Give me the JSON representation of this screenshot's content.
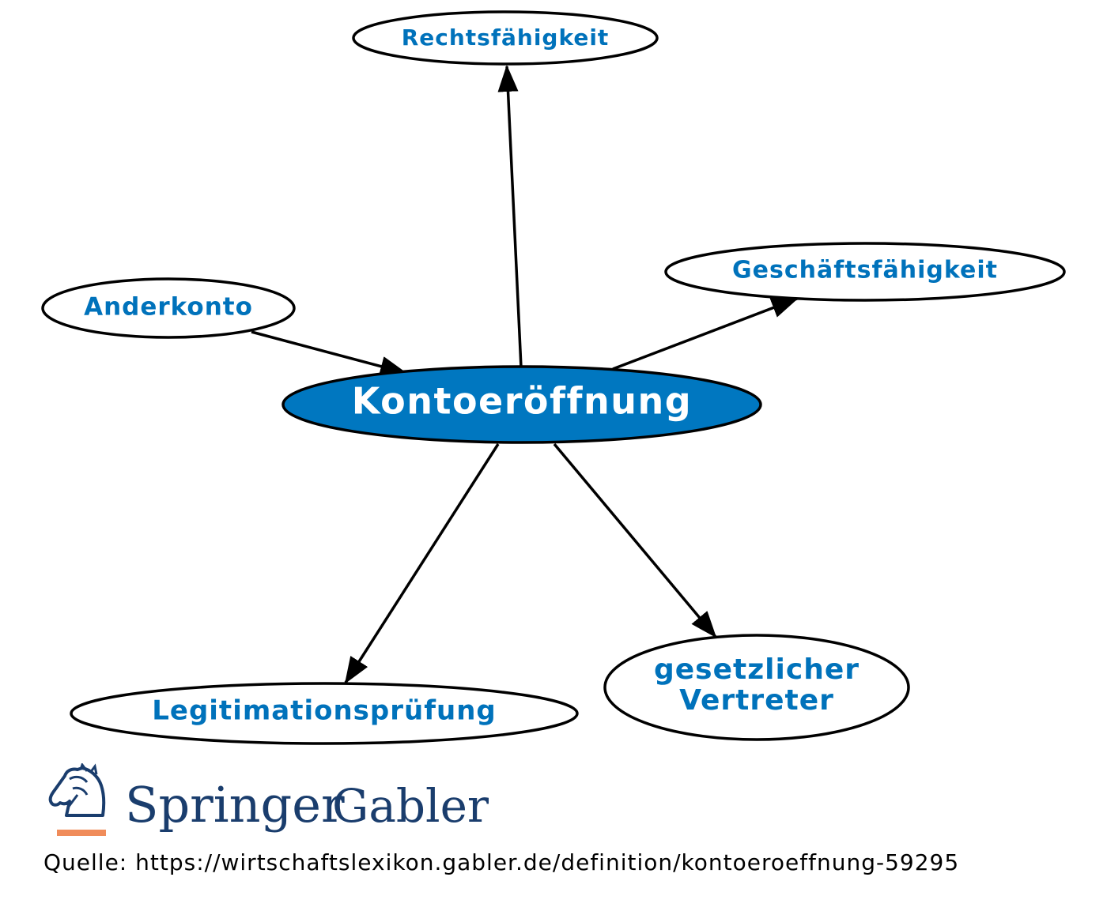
{
  "colors": {
    "center_fill": "#0077c0",
    "center_text": "#ffffff",
    "node_text": "#0072bb",
    "stroke": "#000000",
    "logo_blue": "#1a3d6d",
    "logo_orange": "#f08c5a"
  },
  "center": {
    "label": "Kontoeröffnung"
  },
  "nodes": [
    {
      "id": "rechtsfaehigkeit",
      "label_lines": [
        "Rechtsfähigkeit"
      ],
      "direction": "incoming"
    },
    {
      "id": "geschaeftsfaehigkeit",
      "label_lines": [
        "Geschäftsfähigkeit"
      ],
      "direction": "incoming"
    },
    {
      "id": "anderkonto",
      "label_lines": [
        "Anderkonto"
      ],
      "direction": "outgoing"
    },
    {
      "id": "legitimationspruefung",
      "label_lines": [
        "Legitimationsprüfung"
      ],
      "direction": "incoming"
    },
    {
      "id": "gesetzlicher-vertreter",
      "label_lines": [
        "gesetzlicher",
        "Vertreter"
      ],
      "direction": "incoming"
    }
  ],
  "logo": {
    "brand": "Springer",
    "sub_brand": "Gabler",
    "icon": "knight-horse-icon"
  },
  "source": {
    "text": "Quelle: https://wirtschaftslexikon.gabler.de/definition/kontoeroeffnung-59295"
  }
}
